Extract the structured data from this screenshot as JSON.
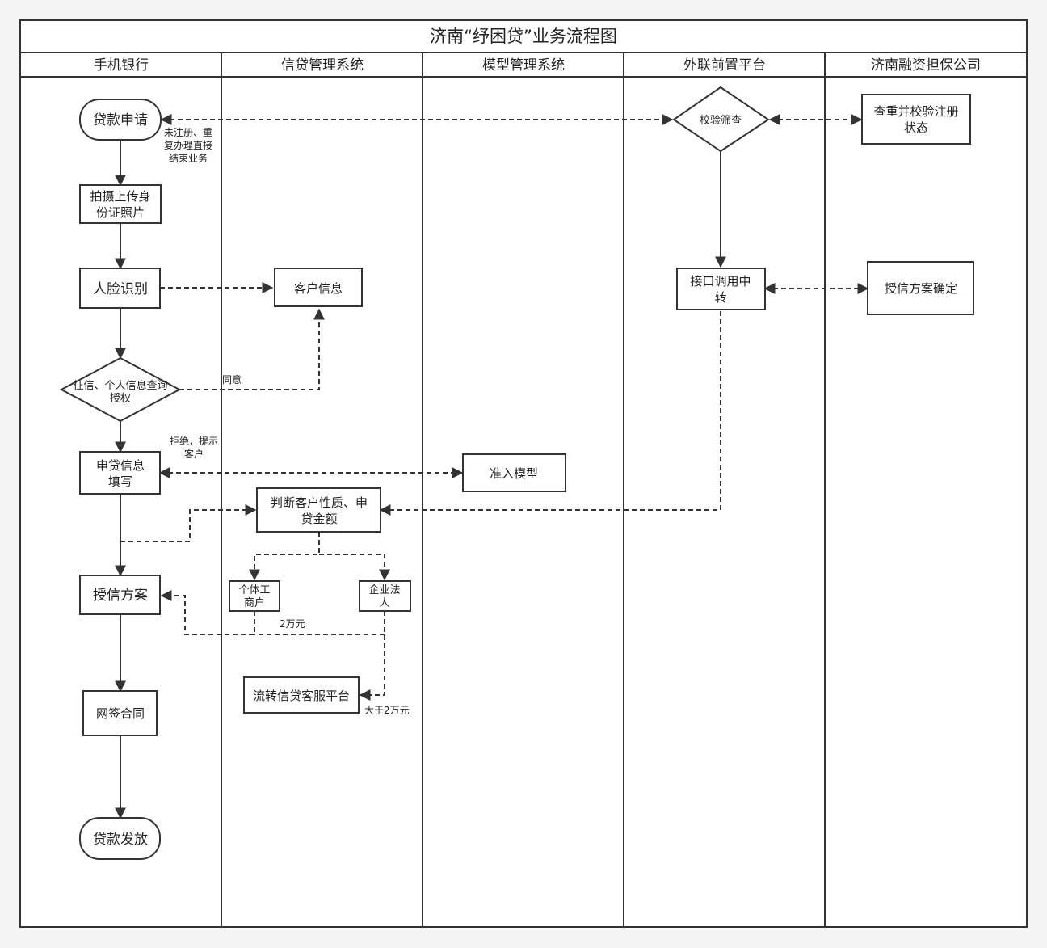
{
  "title": "济南“纾困贷”业务流程图",
  "lanes": [
    "手机银行",
    "信贷管理系统",
    "模型管理系统",
    "外联前置平台",
    "济南融资担保公司"
  ],
  "nodes": {
    "loan_apply": [
      "贷款申请"
    ],
    "upload_id": [
      "拍摄上传身",
      "份证照片"
    ],
    "face_rec": [
      "人脸识别"
    ],
    "auth": [
      "征信、个人信息查询",
      "授权"
    ],
    "fill_info": [
      "申贷信息",
      "填写"
    ],
    "credit_plan": [
      "授信方案"
    ],
    "sign": [
      "网签合同"
    ],
    "disburse": [
      "贷款发放"
    ],
    "cust_info": [
      "客户信息"
    ],
    "judge": [
      "判断客户性质、申",
      "贷金额"
    ],
    "individual": [
      "个体工",
      "商户"
    ],
    "enterprise": [
      "企业法",
      "人"
    ],
    "transfer": [
      "流转信贷客服平台"
    ],
    "model": [
      "准入模型"
    ],
    "verify": [
      "校验筛查"
    ],
    "relay": [
      "接口调用中",
      "转"
    ],
    "dup_check": [
      "查重并校验注册",
      "状态"
    ],
    "plan_confirm": [
      "授信方案确定"
    ]
  },
  "labels": {
    "unregistered": [
      "未注册、重",
      "复办理直接",
      "结束业务"
    ],
    "agree": [
      "同意"
    ],
    "reject": [
      "拒绝，提示",
      "客户"
    ],
    "two_wan": [
      "2万元"
    ],
    "over_two_wan": [
      "大于2万元"
    ]
  }
}
